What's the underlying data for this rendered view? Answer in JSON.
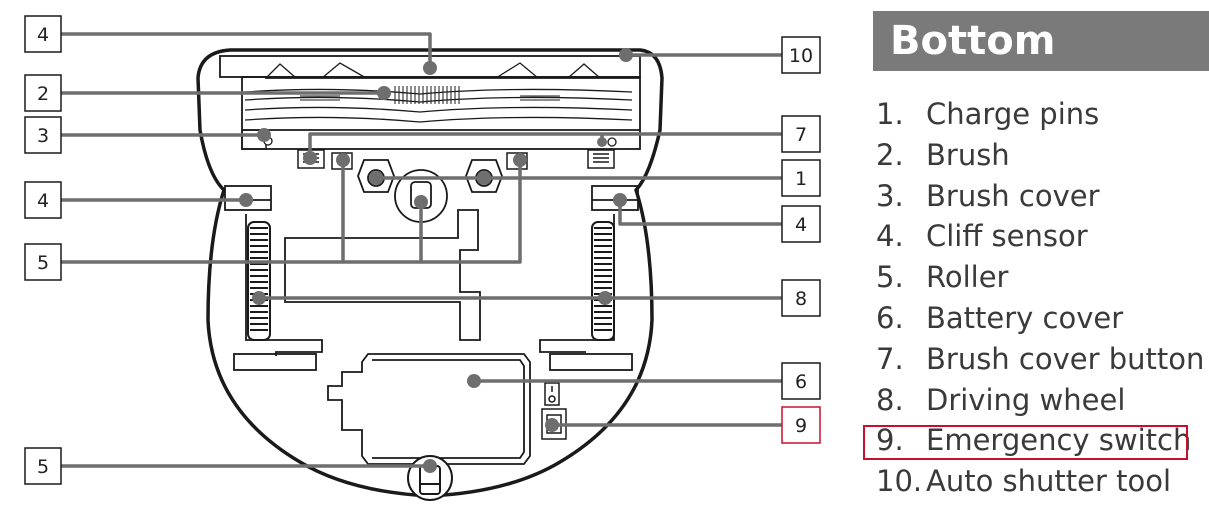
{
  "heading": "Bottom",
  "highlight_color": "#c8102e",
  "callouts": [
    {
      "id": "left-4-top",
      "text": "4",
      "highlighted": false
    },
    {
      "id": "left-2",
      "text": "2",
      "highlighted": false
    },
    {
      "id": "left-3",
      "text": "3",
      "highlighted": false
    },
    {
      "id": "left-4-mid",
      "text": "4",
      "highlighted": false
    },
    {
      "id": "left-5-mid",
      "text": "5",
      "highlighted": false
    },
    {
      "id": "left-5-bottom",
      "text": "5",
      "highlighted": false
    },
    {
      "id": "right-10",
      "text": "10",
      "highlighted": false
    },
    {
      "id": "right-7",
      "text": "7",
      "highlighted": false
    },
    {
      "id": "right-1",
      "text": "1",
      "highlighted": false
    },
    {
      "id": "right-4",
      "text": "4",
      "highlighted": false
    },
    {
      "id": "right-8",
      "text": "8",
      "highlighted": false
    },
    {
      "id": "right-6",
      "text": "6",
      "highlighted": false
    },
    {
      "id": "right-9",
      "text": "9",
      "highlighted": true
    }
  ],
  "legend": [
    {
      "num": "1.",
      "label": "Charge pins"
    },
    {
      "num": "2.",
      "label": "Brush"
    },
    {
      "num": "3.",
      "label": "Brush cover"
    },
    {
      "num": "4.",
      "label": "Cliff sensor"
    },
    {
      "num": "5.",
      "label": "Roller"
    },
    {
      "num": "6.",
      "label": "Battery cover"
    },
    {
      "num": "7.",
      "label": "Brush cover button"
    },
    {
      "num": "8.",
      "label": "Driving wheel"
    },
    {
      "num": "9.",
      "label": "Emergency switch",
      "highlighted": true
    },
    {
      "num": "10.",
      "label": "Auto shutter tool"
    }
  ]
}
